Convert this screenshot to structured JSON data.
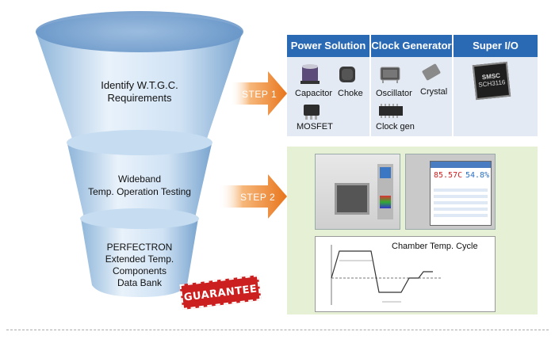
{
  "funnel": {
    "stages": [
      {
        "label_line1": "Identify W.T.G.C.",
        "label_line2": "Requirements"
      },
      {
        "label_line1": "Wideband",
        "label_line2": "Temp. Operation Testing"
      },
      {
        "label_line1": "PERFECTRON",
        "label_line2": "Extended Temp.",
        "label_line3": "Components",
        "label_line4": "Data Bank"
      }
    ],
    "stamp": "GUARANTEE"
  },
  "steps": [
    "STEP 1",
    "STEP 2"
  ],
  "components_panel": {
    "headers": [
      "Power Solution",
      "Clock Generator",
      "Super I/O"
    ],
    "items": {
      "capacitor": "Capacitor",
      "choke": "Choke",
      "mosfet": "MOSFET",
      "oscillator": "Oscillator",
      "crystal": "Crystal",
      "clock_gen": "Clock gen",
      "chip_brand": "SMSC",
      "chip_model": "SCH3116"
    }
  },
  "test_panel": {
    "chart_title": "Chamber Temp. Cycle",
    "display_left": "85.57",
    "display_left_unit": "C",
    "display_right": "54.8",
    "display_right_unit": "%"
  },
  "colors": {
    "funnel": "#bcd6ee",
    "header_blue": "#2a69b4",
    "panel1_bg": "#e3eaf3",
    "panel2_bg": "#e6f0d5",
    "arrow_orange": "#e8751c",
    "stamp_red": "#cc1f1f"
  }
}
